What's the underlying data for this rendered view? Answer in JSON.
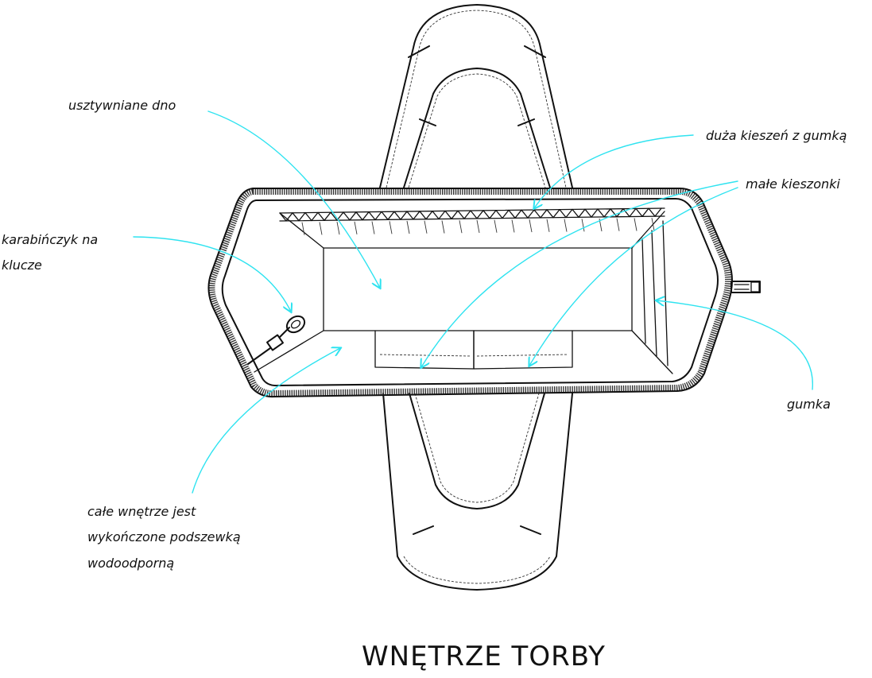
{
  "title": "WNĘTRZE TORBY",
  "labels": {
    "bottom": "usztywniane dno",
    "big_pocket": "duża kieszeń z gumką",
    "small_pockets": "małe kieszonki",
    "carabiner_line1": "karabińczyk na",
    "carabiner_line2": "klucze",
    "elastic": "gumka",
    "lining_line1": "całe wnętrze jest",
    "lining_line2": "wykończone podszewką",
    "lining_line3": "wodoodporną"
  },
  "colors": {
    "outline": "#111111",
    "annotation_arrow": "#2fe3f0"
  }
}
